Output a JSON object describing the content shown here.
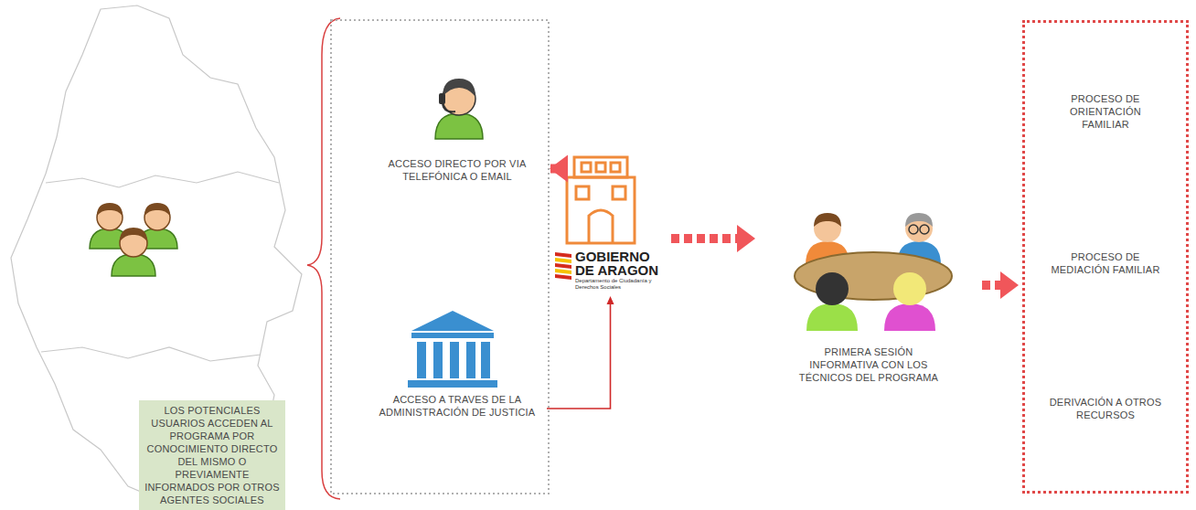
{
  "diagram": {
    "nodes": [
      {
        "text": [
          "LOS POTENCIALES USUARIOS ACCEDEN AL PROGRAMA POR CONOCIMIENTO DIRECTO DEL MISMO O PREVIAMENTE INFORMADOS POR OTROS AGENTES SOCIALES"
        ]
      },
      {
        "text": [
          "ACCESO DIRECTO POR VIA TELEFÓNICA O EMAIL"
        ]
      },
      {
        "text": [
          "ACCESO A TRAVES DE LA ADMINISTRACIÓN DE JUSTICIA"
        ]
      },
      {
        "text": [
          "GOBIERNO DE ARAGON",
          "Departamento de Ciudadanía y Derechos Sociales"
        ]
      },
      {
        "text": [
          "PRIMERA SESIÓN INFORMATIVA CON LOS TÉCNICOS DEL PROGRAMA"
        ]
      },
      {
        "text": [
          "PROCESO DE ORIENTACIÓN FAMILIAR",
          "PROCESO DE MEDIACIÓN FAMILIAR",
          "DERIVACIÓN A OTROS RECURSOS"
        ]
      }
    ],
    "edges": [
      {
        "from": 1,
        "to": 3,
        "arrow": "to"
      },
      {
        "from": 2,
        "to": 3,
        "arrow": "to"
      },
      {
        "from": 3,
        "to": 4,
        "arrow": "to"
      },
      {
        "from": 4,
        "to": 5,
        "arrow": "to"
      }
    ]
  }
}
